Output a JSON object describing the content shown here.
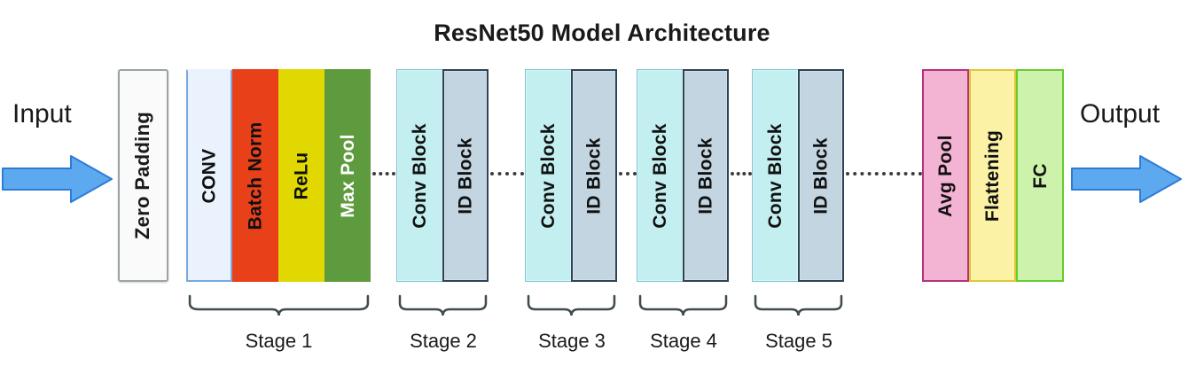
{
  "title": "ResNet50 Model Architecture",
  "endpoints": {
    "input_label": "Input",
    "output_label": "Output",
    "input_arrow_icon": "right-arrow-icon",
    "output_arrow_icon": "right-arrow-icon"
  },
  "blocks": {
    "zero_padding": "Zero  Padding"
  },
  "stage1": {
    "layers": [
      {
        "label": "CONV",
        "color": "#eaf3fd"
      },
      {
        "label": "Batch Norm",
        "color": "#e8411a"
      },
      {
        "label": "ReLu",
        "color": "#e0d800"
      },
      {
        "label": "Max Pool",
        "color": "#5e9a3e"
      }
    ]
  },
  "res_stages": [
    {
      "conv_label": "Conv Block",
      "id_label": "ID Block"
    },
    {
      "conv_label": "Conv Block",
      "id_label": "ID Block"
    },
    {
      "conv_label": "Conv Block",
      "id_label": "ID Block"
    },
    {
      "conv_label": "Conv Block",
      "id_label": "ID Block"
    }
  ],
  "final_group": {
    "layers": [
      {
        "label": "Avg Pool",
        "color": "#f3b3d3"
      },
      {
        "label": "Flattening",
        "color": "#fbf2a6"
      },
      {
        "label": "FC",
        "color": "#cdf2ab"
      }
    ]
  },
  "stage_labels": [
    "Stage 1",
    "Stage 2",
    "Stage 3",
    "Stage 4",
    "Stage 5"
  ],
  "colors": {
    "arrow_fill": "#5ca9f0",
    "arrow_stroke": "#2e7bd6",
    "brace_stroke": "#3e4b4f",
    "text": "#1a1a1a",
    "background": "#ffffff"
  }
}
